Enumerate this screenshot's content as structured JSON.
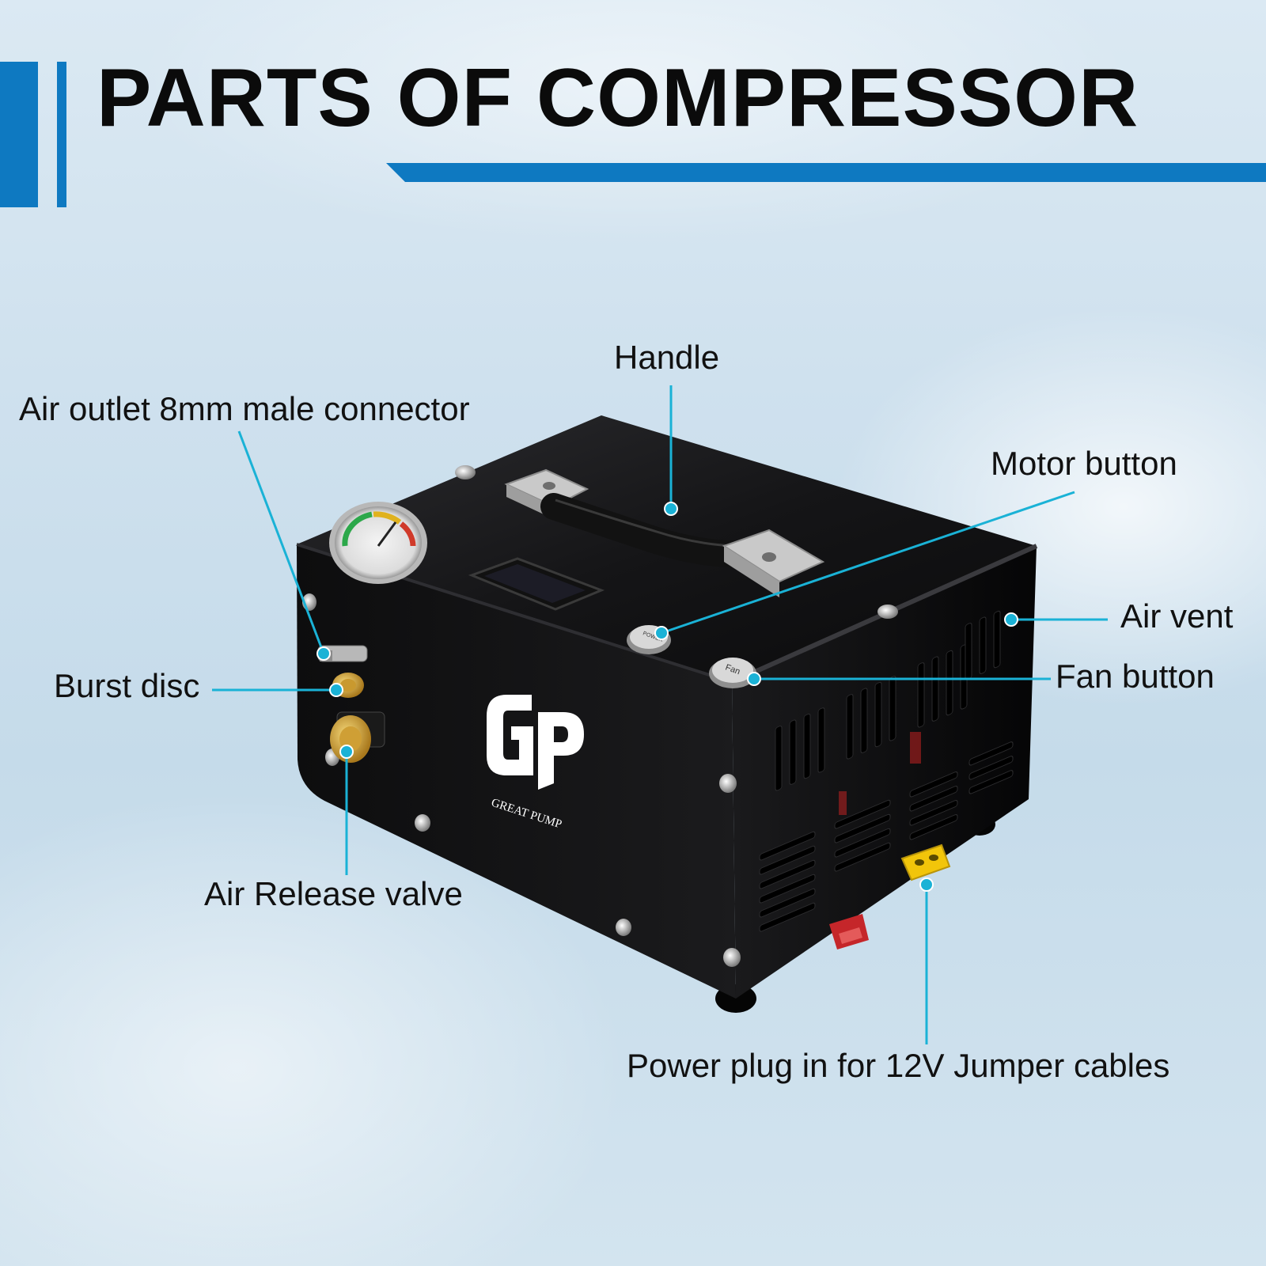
{
  "title": "PARTS OF COMPRESSOR",
  "labels": {
    "handle": "Handle",
    "air_outlet": "Air outlet 8mm male connector",
    "motor_button": "Motor button",
    "air_vent": "Air vent",
    "fan_button": "Fan button",
    "burst_disc": "Burst disc",
    "air_release_valve": "Air Release valve",
    "power_plug": "Power plug in for 12V Jumper cables"
  },
  "product": {
    "logo_text": "GP",
    "brand_text": "GREAT PUMP",
    "power_button_text": "POWER",
    "fan_button_text": "Fan"
  },
  "colors": {
    "accent": "#0e79c1",
    "callout_line": "#1ab2d6",
    "body": "#111111"
  }
}
